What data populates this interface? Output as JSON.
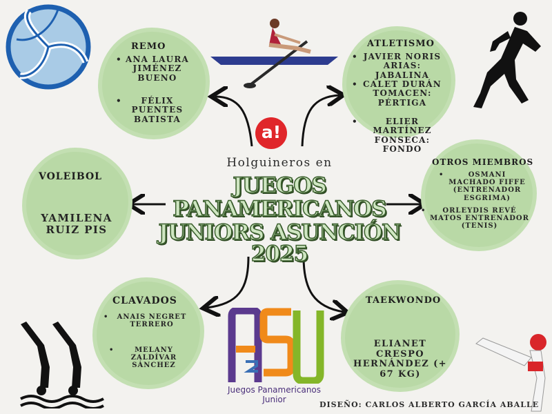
{
  "colors": {
    "blob": "#b9d9a6",
    "accent_red": "#e0262a",
    "purple": "#5b3a8e",
    "orange": "#f08a1a",
    "green": "#84b629",
    "blue": "#3a6fb5"
  },
  "logo": {
    "letter": "a!"
  },
  "center": {
    "pre_title": "Holguineros en",
    "title_lines": [
      "JUEGOS",
      "PANAMERICANOS",
      "JUNIORS ASUNCIÓN 2025"
    ]
  },
  "remo": {
    "title": "REMO",
    "members": [
      "ANA LAURA JIMÉNEZ BUENO",
      "FÉLIX PUENTES BATISTA"
    ]
  },
  "atletismo": {
    "title": "ATLETISMO",
    "members": [
      "JAVIER NORIS ARIAS: JABALINA",
      "CALET DURÁN TOMACEN: PÉRTIGA",
      "ELIER MARTÍNEZ FONSECA: FONDO"
    ]
  },
  "voleibol": {
    "title": "VOLEIBOL",
    "members": [
      "YAMILENA RUIZ PIS"
    ]
  },
  "otros": {
    "title": "OTROS MIEMBROS",
    "members": [
      "OSMANI MACHADO FIFFE (ENTRENADOR ESGRIMA)",
      "ORLEYDIS REVÉ MATOS ENTRENADOR (TENIS)"
    ]
  },
  "clavados": {
    "title": "CLAVADOS",
    "members": [
      "ANAIS NEGRET TERRERO",
      "MELANY ZALDÍVAR SÁNCHEZ"
    ]
  },
  "taekwondo": {
    "title": "TAEKWONDO",
    "members": [
      "ELIANET CRESPO HERNÁNDEZ (+ 67 KG)"
    ]
  },
  "asu": {
    "logo_letters": "ASU",
    "caption_line1": "Juegos Panamericanos",
    "caption_line2": "Junior"
  },
  "credit": "DISEÑO: CARLOS ALBERTO GARCÍA ABALLE",
  "icons": [
    "volleyball-icon",
    "rower-icon",
    "runner-icon",
    "divers-icon",
    "taekwondo-fighter-icon"
  ]
}
